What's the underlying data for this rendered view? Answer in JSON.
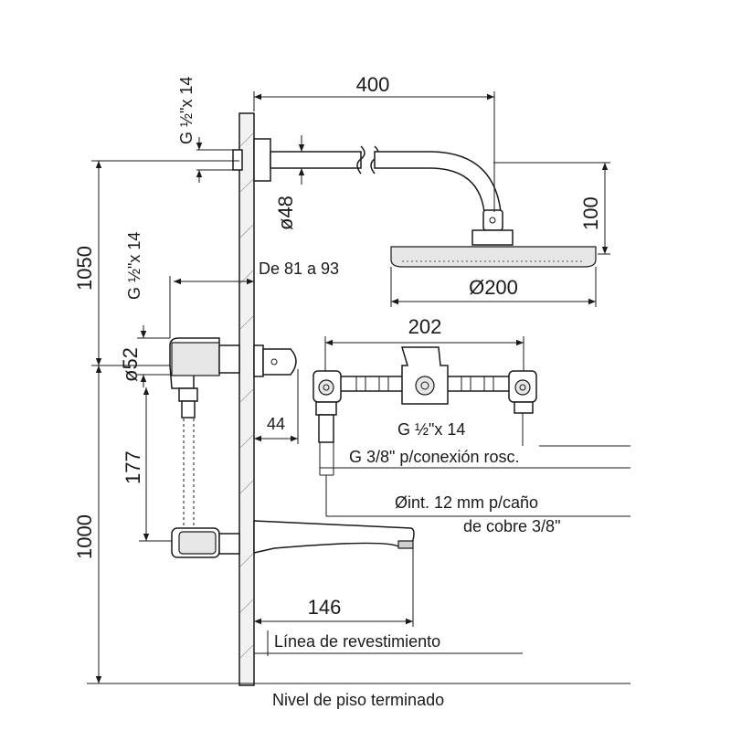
{
  "dimensions": {
    "arm_length": "400",
    "top_thread": "G ½\"x 14",
    "height_shower": "1050",
    "tube_diameter": "ø48",
    "head_height": "100",
    "mid_thread": "G ½\"x 14",
    "wall_range": "De 81 a 93",
    "head_diameter": "Ø200",
    "valve_width": "202",
    "body_diameter": "ø52",
    "depth": "44",
    "valve_spacing": "177",
    "height_tub": "1000",
    "spout_length": "146"
  },
  "labels": {
    "inlet_thread": "G ½\"x 14",
    "conn_thread": "G 3/8\"  p/conexión rosc.",
    "pipe_line1": "Øint. 12 mm p/caño",
    "pipe_line2": "de cobre 3/8\"",
    "finish_line": "Línea de revestimiento",
    "floor_level": "Nivel de piso terminado"
  },
  "colors": {
    "line": "#1a1a1a",
    "part_fill": "#ffffff",
    "shade": "#e6e6e6"
  },
  "icons": {
    "wall": "wall-hatch",
    "shower": "shower-head-icon",
    "valve": "valve-body-icon",
    "spout": "tub-spout-icon"
  }
}
